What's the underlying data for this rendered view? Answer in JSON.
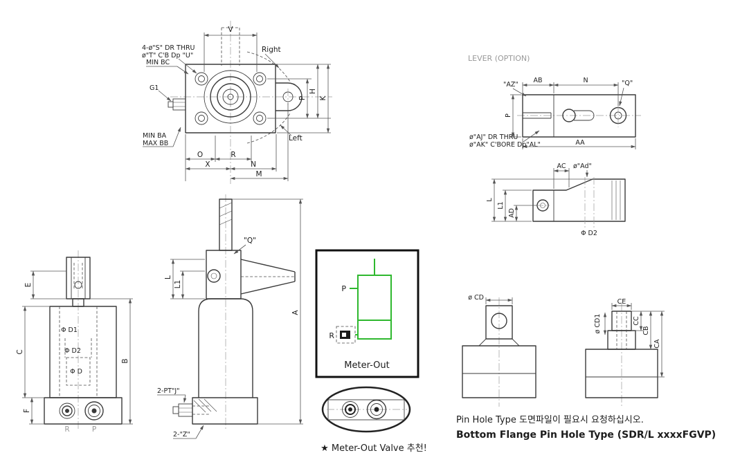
{
  "colors": {
    "line": "#3a3a3a",
    "dimension": "#555555",
    "centerline": "#9a9a9a",
    "green": "#2eb82e",
    "muted": "#999999"
  },
  "top_view": {
    "drill_note1": "4-ø\"S\" DR THRU",
    "drill_note2": "ø\"T\" C'B Dp \"U\"",
    "min_bc": "MIN BC",
    "g1": "G1",
    "min_ba": "MIN BA",
    "max_bb": "MAX BB",
    "v": "V",
    "right": "Right",
    "left": "Left",
    "p": "P",
    "h": "H",
    "k": "K",
    "o": "O",
    "r": "R",
    "x": "X",
    "n": "N",
    "m": "M"
  },
  "lever": {
    "title": "LEVER (OPTION)",
    "az": "\"AZ\"",
    "ab": "AB",
    "n": "N",
    "q": "\"Q\"",
    "p": "P",
    "aa": "AA",
    "drill_note1": "ø\"AJ\" DR THRU",
    "drill_note2": "ø\"AK\" C'BORE Dp\"AL\"",
    "ac": "AC",
    "ad_dia": "ø\"Ad\"",
    "l": "L",
    "l1": "L1",
    "ad": "AD",
    "d2": "Φ D2"
  },
  "front_view": {
    "e": "E",
    "c": "C",
    "f": "F",
    "b": "B",
    "d1": "Φ D1",
    "d2": "Φ D2",
    "d": "Φ D",
    "port_r": "R",
    "port_p": "P"
  },
  "side_view": {
    "q": "\"Q\"",
    "l": "L",
    "l1": "L1",
    "a": "A",
    "ports": "2-PT\"J\"",
    "z": "2-\"Z\""
  },
  "meter_out": {
    "p": "P",
    "r": "R",
    "caption": "Meter-Out",
    "recommendation": "★ Meter-Out Valve 추천!"
  },
  "pin_hole": {
    "cd": "ø CD",
    "cd1": "ø CD1",
    "ce": "CE",
    "cc": "CC",
    "cb": "CB",
    "ca": "CA",
    "note": "Pin Hole Type 도면파일이 필요시 요청하십시오.",
    "title": "Bottom Flange Pin Hole Type (SDR/L xxxxFGVP)"
  }
}
